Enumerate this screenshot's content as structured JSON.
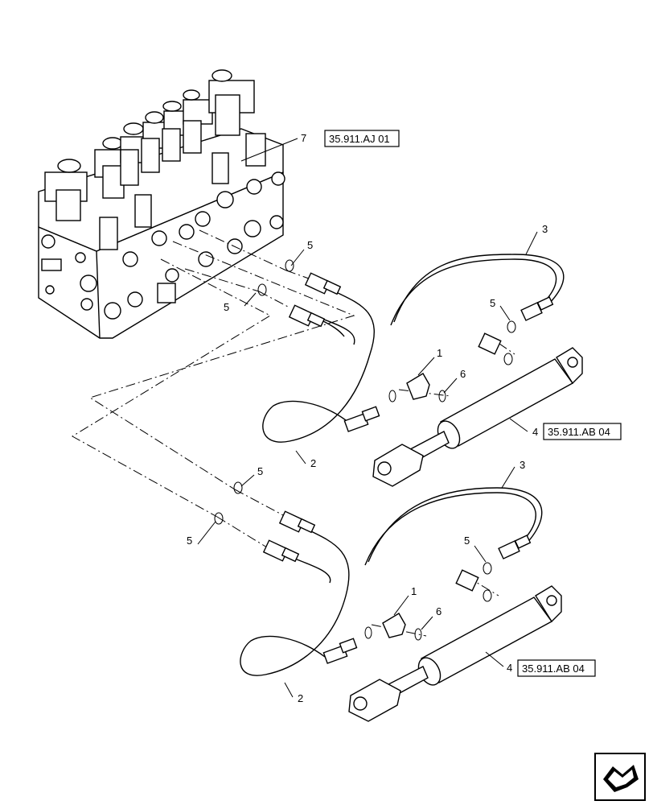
{
  "callouts": {
    "c7": "7",
    "ref_valve": "35.911.AJ 01",
    "c3a": "3",
    "c5a": "5",
    "c5b": "5",
    "c5c": "5",
    "c1a": "1",
    "c6a": "6",
    "c4a": "4",
    "ref_cyl_a": "35.911.AB 04",
    "c2a": "2",
    "c3b": "3",
    "c5d": "5",
    "c5e": "5",
    "c5f": "5",
    "c1b": "1",
    "c6b": "6",
    "c4b": "4",
    "ref_cyl_b": "35.911.AB 04",
    "c2b": "2"
  },
  "icons": {
    "nav": "arrow-next-icon"
  }
}
